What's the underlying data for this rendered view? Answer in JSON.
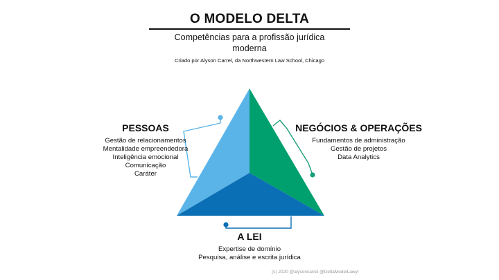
{
  "header": {
    "title": "O MODELO DELTA",
    "subtitle": "Competências para a profissão jurídica moderna",
    "credit": "Criado por Alyson Carrel, da Northwestern Law School, Chicago"
  },
  "sections": {
    "pessoas": {
      "title": "PESSOAS",
      "items": [
        "Gestão de relacionamentos",
        "Mentalidade empreendedora",
        "Inteligência emocional",
        "Comunicação",
        "Caráter"
      ]
    },
    "negocios": {
      "title": "NEGÓCIOS & OPERAÇÕES",
      "items": [
        "Fundamentos de administração",
        "Gestão de projetos",
        "Data Analytics"
      ]
    },
    "lei": {
      "title": "A LEI",
      "items": [
        "Expertise de domínio",
        "Pesquisa, análise e escrita jurídica"
      ]
    }
  },
  "footer": {
    "copyright": "(c) 2020 @alysoncarrel @DeltaModelLawyr"
  },
  "colors": {
    "people": "#5ab4e8",
    "business": "#00a06e",
    "law": "#0a6fb4",
    "people_connector": "#5ab4e8",
    "business_connector": "#1a9e7a",
    "law_connector": "#0a6fb4"
  }
}
